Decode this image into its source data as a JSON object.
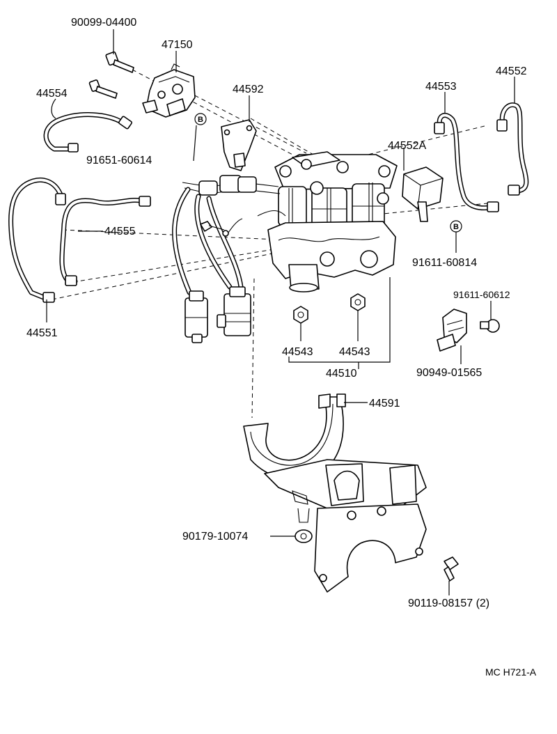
{
  "parts": {
    "bolt_top": "90099-04400",
    "actuator": "47150",
    "tube_left_upper": "44554",
    "bracket_upper": "44592",
    "bolt_b_left": "91651-60614",
    "tube_right_inner": "44553",
    "tube_right_outer": "44552",
    "relay": "44552A",
    "bolt_b_right": "91611-60814",
    "tube_left_lower": "44555",
    "tube_left_lowest": "44551",
    "bolt_right": "91611-60612",
    "clip_right": "90949-01565",
    "nut_left": "44543",
    "nut_right": "44543",
    "assembly": "44510",
    "bracket_lower": "44591",
    "nut_lower": "90179-10074",
    "bolt_lower": "90119-08157 (2)"
  },
  "markers": {
    "b_left": "B",
    "b_right": "B"
  },
  "footer": {
    "code": "MC H721-A"
  }
}
